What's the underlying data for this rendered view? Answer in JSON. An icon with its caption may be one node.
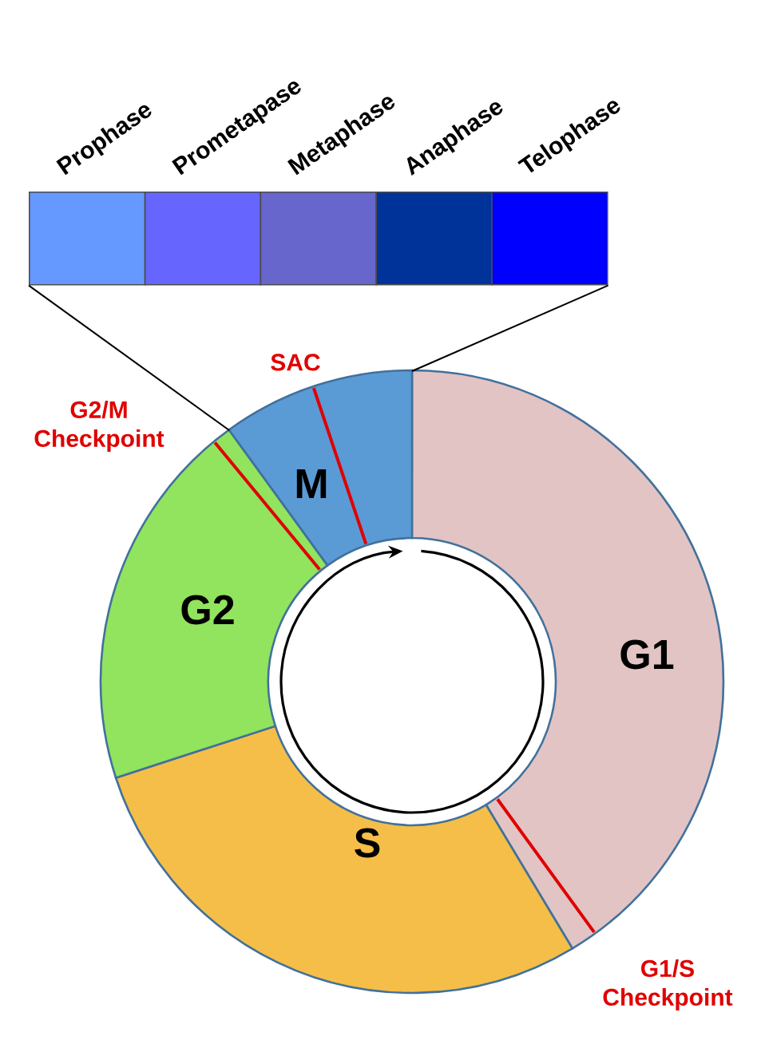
{
  "diagram": {
    "nodes": [
      {
        "text": [
          "Prophase"
        ]
      },
      {
        "text": [
          "Prometapase"
        ]
      },
      {
        "text": [
          "Metaphase"
        ]
      },
      {
        "text": [
          "Anaphase"
        ]
      },
      {
        "text": [
          "Telophase"
        ]
      },
      {
        "text": [
          "G1"
        ]
      },
      {
        "text": [
          "S"
        ]
      },
      {
        "text": [
          "G2"
        ]
      },
      {
        "text": [
          "M"
        ]
      }
    ],
    "edges": [
      {
        "from": 0,
        "to": 8,
        "arrow": "none"
      },
      {
        "from": 4,
        "to": 8,
        "arrow": "none"
      }
    ],
    "labels": [
      "SAC",
      "G2/M Checkpoint",
      "G1/S Checkpoint"
    ]
  }
}
